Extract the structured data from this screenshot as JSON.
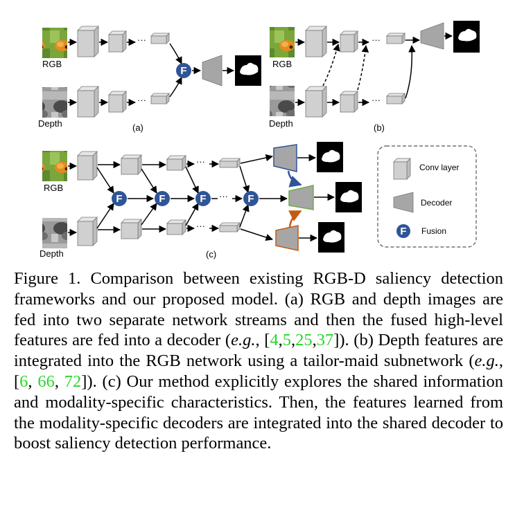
{
  "figure": {
    "panel_a": {
      "rgb_label": "RGB",
      "depth_label": "Depth",
      "fusion_label": "F",
      "panel_label": "(a)"
    },
    "panel_b": {
      "rgb_label": "RGB",
      "depth_label": "Depth",
      "panel_label": "(b)"
    },
    "panel_c": {
      "rgb_label": "RGB",
      "depth_label": "Depth",
      "fusion_label": "F",
      "panel_label": "(c)"
    },
    "legend": {
      "conv_label": "Conv layer",
      "decoder_label": "Decoder",
      "fusion_label": "Fusion",
      "fusion_symbol": "F"
    },
    "ellipsis": "···",
    "colors": {
      "fusion": "#2f5597",
      "decoder_gray": "#a6a6a6",
      "shared_border": "#70ad47",
      "rgb_border": "#2f5597",
      "depth_border": "#c55a11",
      "citation": "#2ad62a"
    }
  },
  "caption": {
    "t1": "Figure 1. Comparison between existing RGB-D saliency detection frameworks and our proposed model. (a) RGB and depth images are fed into two separate network streams and then the fused high-level features are fed into a decoder (",
    "eg1": "e.g.",
    "t2": ", [",
    "c1": "4",
    "s1": ",",
    "c2": "5",
    "s2": ",",
    "c3": "25",
    "s3": ",",
    "c4": "37",
    "t3": "]). (b) Depth features are integrated into the RGB network using a tailor-maid subnetwork (",
    "eg2": "e.g.",
    "t4": ", [",
    "c5": "6",
    "s4": ", ",
    "c6": "66",
    "s5": ", ",
    "c7": "72",
    "t5": "]). (c) Our method explicitly explores the shared information and modality-specific characteristics. Then, the features learned from the modality-specific decoders are integrated into the shared decoder to boost saliency detection performance."
  }
}
